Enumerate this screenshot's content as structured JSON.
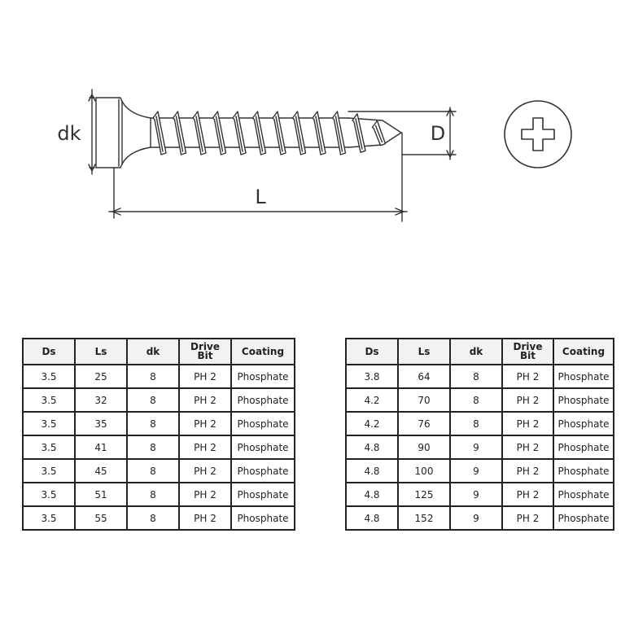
{
  "drawing": {
    "labels": {
      "head_diameter": "dk",
      "shank_diameter": "D",
      "length": "L"
    },
    "head_view_icon": "phillips-cross-icon"
  },
  "tables": [
    {
      "headers": [
        "Ds",
        "Ls",
        "dk",
        "Drive Bit",
        "Coating"
      ],
      "rows": [
        [
          "3.5",
          "25",
          "8",
          "PH 2",
          "Phosphate"
        ],
        [
          "3.5",
          "32",
          "8",
          "PH 2",
          "Phosphate"
        ],
        [
          "3.5",
          "35",
          "8",
          "PH 2",
          "Phosphate"
        ],
        [
          "3.5",
          "41",
          "8",
          "PH 2",
          "Phosphate"
        ],
        [
          "3.5",
          "45",
          "8",
          "PH 2",
          "Phosphate"
        ],
        [
          "3.5",
          "51",
          "8",
          "PH 2",
          "Phosphate"
        ],
        [
          "3.5",
          "55",
          "8",
          "PH 2",
          "Phosphate"
        ]
      ]
    },
    {
      "headers": [
        "Ds",
        "Ls",
        "dk",
        "Drive Bit",
        "Coating"
      ],
      "rows": [
        [
          "3.8",
          "64",
          "8",
          "PH 2",
          "Phosphate"
        ],
        [
          "4.2",
          "70",
          "8",
          "PH 2",
          "Phosphate"
        ],
        [
          "4.2",
          "76",
          "8",
          "PH 2",
          "Phosphate"
        ],
        [
          "4.8",
          "90",
          "9",
          "PH 2",
          "Phosphate"
        ],
        [
          "4.8",
          "100",
          "9",
          "PH 2",
          "Phosphate"
        ],
        [
          "4.8",
          "125",
          "9",
          "PH 2",
          "Phosphate"
        ],
        [
          "4.8",
          "152",
          "9",
          "PH 2",
          "Phosphate"
        ]
      ]
    }
  ]
}
